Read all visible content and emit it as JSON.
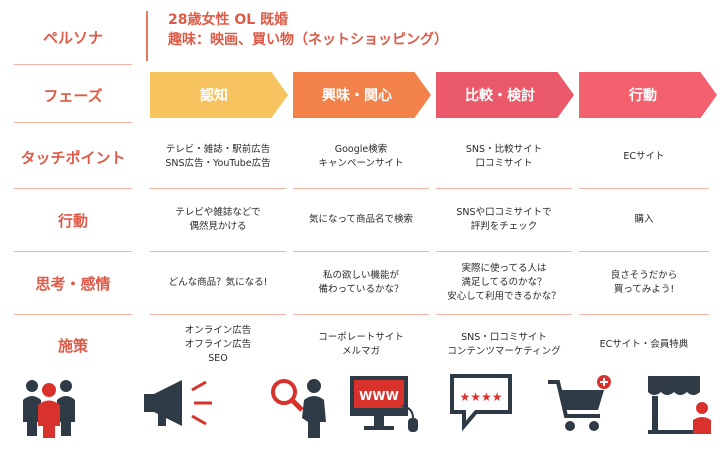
{
  "persona": {
    "label": "ペルソナ",
    "line1": "28歳女性 OL 既婚",
    "line2": "趣味：映画、買い物（ネットショッピング）"
  },
  "phase_row": {
    "label": "フェーズ",
    "phases": [
      "認知",
      "興味・関心",
      "比較・検討",
      "行動"
    ],
    "colors": [
      "#f7c35f",
      "#f3814a",
      "#ea5a6a",
      "#f2616d"
    ]
  },
  "rows": [
    {
      "label": "タッチポイント",
      "cells": [
        "テレビ・雑誌・駅前広告\nSNS広告・YouTube広告",
        "Google検索\nキャンペーンサイト",
        "SNS・比較サイト\n口コミサイト",
        "ECサイト"
      ]
    },
    {
      "label": "行動",
      "cells": [
        "テレビや雑誌などで\n偶然見かける",
        "気になって商品名で検索",
        "SNSや口コミサイトで\n評判をチェック",
        "購入"
      ]
    },
    {
      "label": "思考・感情",
      "cells": [
        "どんな商品？気になる!",
        "私の欲しい機能が\n備わっているかな？",
        "実際に使ってる人は\n満足してるのかな？\n安心して利用できるかな？",
        "良さそうだから\n買ってみよう!"
      ]
    },
    {
      "label": "施策",
      "cells": [
        "オンライン広告\nオフライン広告\nSEO",
        "コーポレートサイト\nメルマガ",
        "SNS・口コミサイト\nコンテンツマーケティング",
        "ECサイト・会員特典"
      ]
    }
  ],
  "icons": {
    "names": [
      "people-group-icon",
      "megaphone-icon",
      "magnifier-person-icon",
      "www-computer-icon",
      "review-stars-icon",
      "shopping-cart-icon",
      "shop-person-icon"
    ],
    "www_text": "WWW",
    "stars_text": "★★★★"
  }
}
